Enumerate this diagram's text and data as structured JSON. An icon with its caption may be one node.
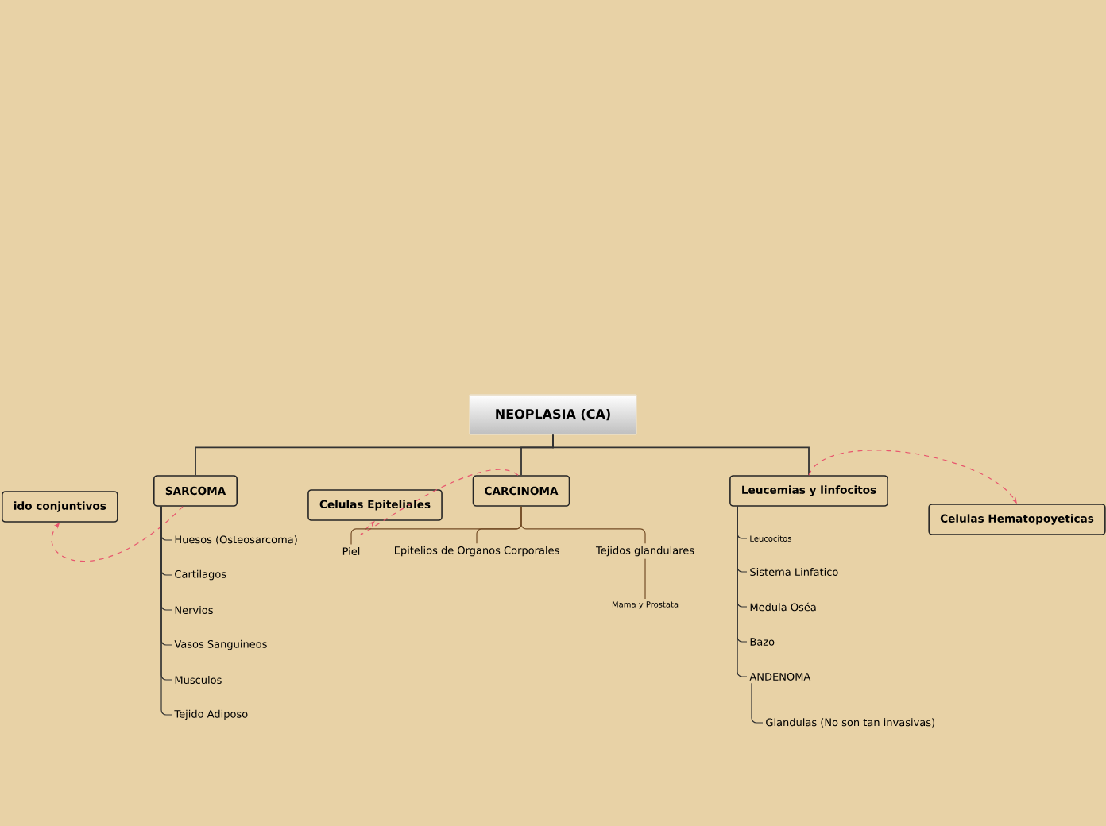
{
  "diagram": {
    "nodes": [
      {
        "text": [
          "NEOPLASIA (CA)"
        ]
      },
      {
        "text": [
          "SARCOMA"
        ]
      },
      {
        "text": [
          "CARCINOMA"
        ]
      },
      {
        "text": [
          "Leucemias y linfocitos"
        ]
      },
      {
        "text": [
          "ido conjuntivos"
        ]
      },
      {
        "text": [
          "Celulas Epiteliales"
        ]
      },
      {
        "text": [
          "Celulas Hematopoyeticas"
        ]
      },
      {
        "text": [
          "Huesos (Osteosarcoma)"
        ]
      },
      {
        "text": [
          "Cartilagos"
        ]
      },
      {
        "text": [
          "Nervios"
        ]
      },
      {
        "text": [
          "Vasos Sanguineos"
        ]
      },
      {
        "text": [
          "Musculos"
        ]
      },
      {
        "text": [
          "Tejido Adiposo"
        ]
      },
      {
        "text": [
          "Piel"
        ]
      },
      {
        "text": [
          "Epitelios de Organos Corporales"
        ]
      },
      {
        "text": [
          "Tejidos glandulares"
        ]
      },
      {
        "text": [
          "Mama y Prostata"
        ]
      },
      {
        "text": [
          "Leucocitos"
        ]
      },
      {
        "text": [
          "Sistema Linfatico"
        ]
      },
      {
        "text": [
          "Medula Oséa"
        ]
      },
      {
        "text": [
          "Bazo"
        ]
      },
      {
        "text": [
          "ANDENOMA"
        ]
      },
      {
        "text": [
          "Glandulas (No son tan invasivas)"
        ]
      }
    ],
    "edges": [
      {
        "from": 0,
        "to": 1,
        "arrow": "none"
      },
      {
        "from": 0,
        "to": 2,
        "arrow": "none"
      },
      {
        "from": 0,
        "to": 3,
        "arrow": "none"
      },
      {
        "from": 1,
        "to": 4,
        "arrow": "to",
        "style": "dashed",
        "color": "#e8566e"
      },
      {
        "from": 2,
        "to": 5,
        "arrow": "to",
        "style": "dashed",
        "color": "#e8566e"
      },
      {
        "from": 3,
        "to": 6,
        "arrow": "to",
        "style": "dashed",
        "color": "#e8566e"
      },
      {
        "from": 1,
        "to": 7,
        "arrow": "none"
      },
      {
        "from": 1,
        "to": 8,
        "arrow": "none"
      },
      {
        "from": 1,
        "to": 9,
        "arrow": "none"
      },
      {
        "from": 1,
        "to": 10,
        "arrow": "none"
      },
      {
        "from": 1,
        "to": 11,
        "arrow": "none"
      },
      {
        "from": 1,
        "to": 12,
        "arrow": "none"
      },
      {
        "from": 2,
        "to": 13,
        "arrow": "none"
      },
      {
        "from": 2,
        "to": 14,
        "arrow": "none"
      },
      {
        "from": 2,
        "to": 15,
        "arrow": "none"
      },
      {
        "from": 15,
        "to": 16,
        "arrow": "none"
      },
      {
        "from": 3,
        "to": 17,
        "arrow": "none"
      },
      {
        "from": 3,
        "to": 18,
        "arrow": "none"
      },
      {
        "from": 3,
        "to": 19,
        "arrow": "none"
      },
      {
        "from": 3,
        "to": 20,
        "arrow": "none"
      },
      {
        "from": 3,
        "to": 21,
        "arrow": "none"
      },
      {
        "from": 21,
        "to": 22,
        "arrow": "none"
      }
    ]
  }
}
